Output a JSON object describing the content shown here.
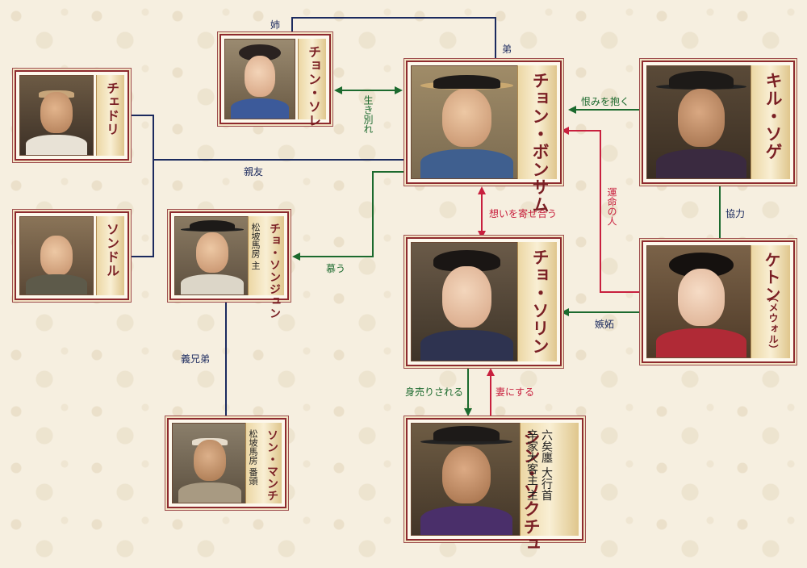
{
  "colors": {
    "frame": "#8e2a2e",
    "name_text": "#7a1f24",
    "line_navy": "#1b2a5e",
    "arrow_green": "#1c6a2e",
    "arrow_red": "#c8203e",
    "background": "#f6efe0"
  },
  "characters": {
    "chedori": {
      "name": "チェドリ"
    },
    "sondoru": {
      "name": "ソンドル"
    },
    "jongsore": {
      "name": "チョン・ソレ"
    },
    "jongbonsam": {
      "name": "チョン・ボンサム"
    },
    "kirusoge": {
      "name": "キル・ソゲ"
    },
    "jososinjun": {
      "name": "チョ・ソンジュン",
      "role": "松坡馬房 主"
    },
    "jososorin": {
      "name": "チョ・ソリン"
    },
    "keton": {
      "name": "ケトン",
      "subname": "（メウォル）"
    },
    "sonmanchi": {
      "name": "ソン・マンチ",
      "role": "松坡馬房 番頭"
    },
    "sinsokuchu": {
      "name": "シン・ソクチュ",
      "role1": "六矣廛 大行首",
      "role2": "辛家大客主 主"
    }
  },
  "relations": {
    "ane": "姉",
    "otouto": "弟",
    "ikiwakare": "生き別れ",
    "shinyuu": "親友",
    "shitau": "慕う",
    "urami": "恨みを抱く",
    "unmei": "運命の人",
    "kyouryoku": "協力",
    "omoi": "想いを寄せ合う",
    "shitto": "嫉妬",
    "gikeitei": "義兄弟",
    "miuri": "身売りされる",
    "tsuma": "妻にする"
  }
}
